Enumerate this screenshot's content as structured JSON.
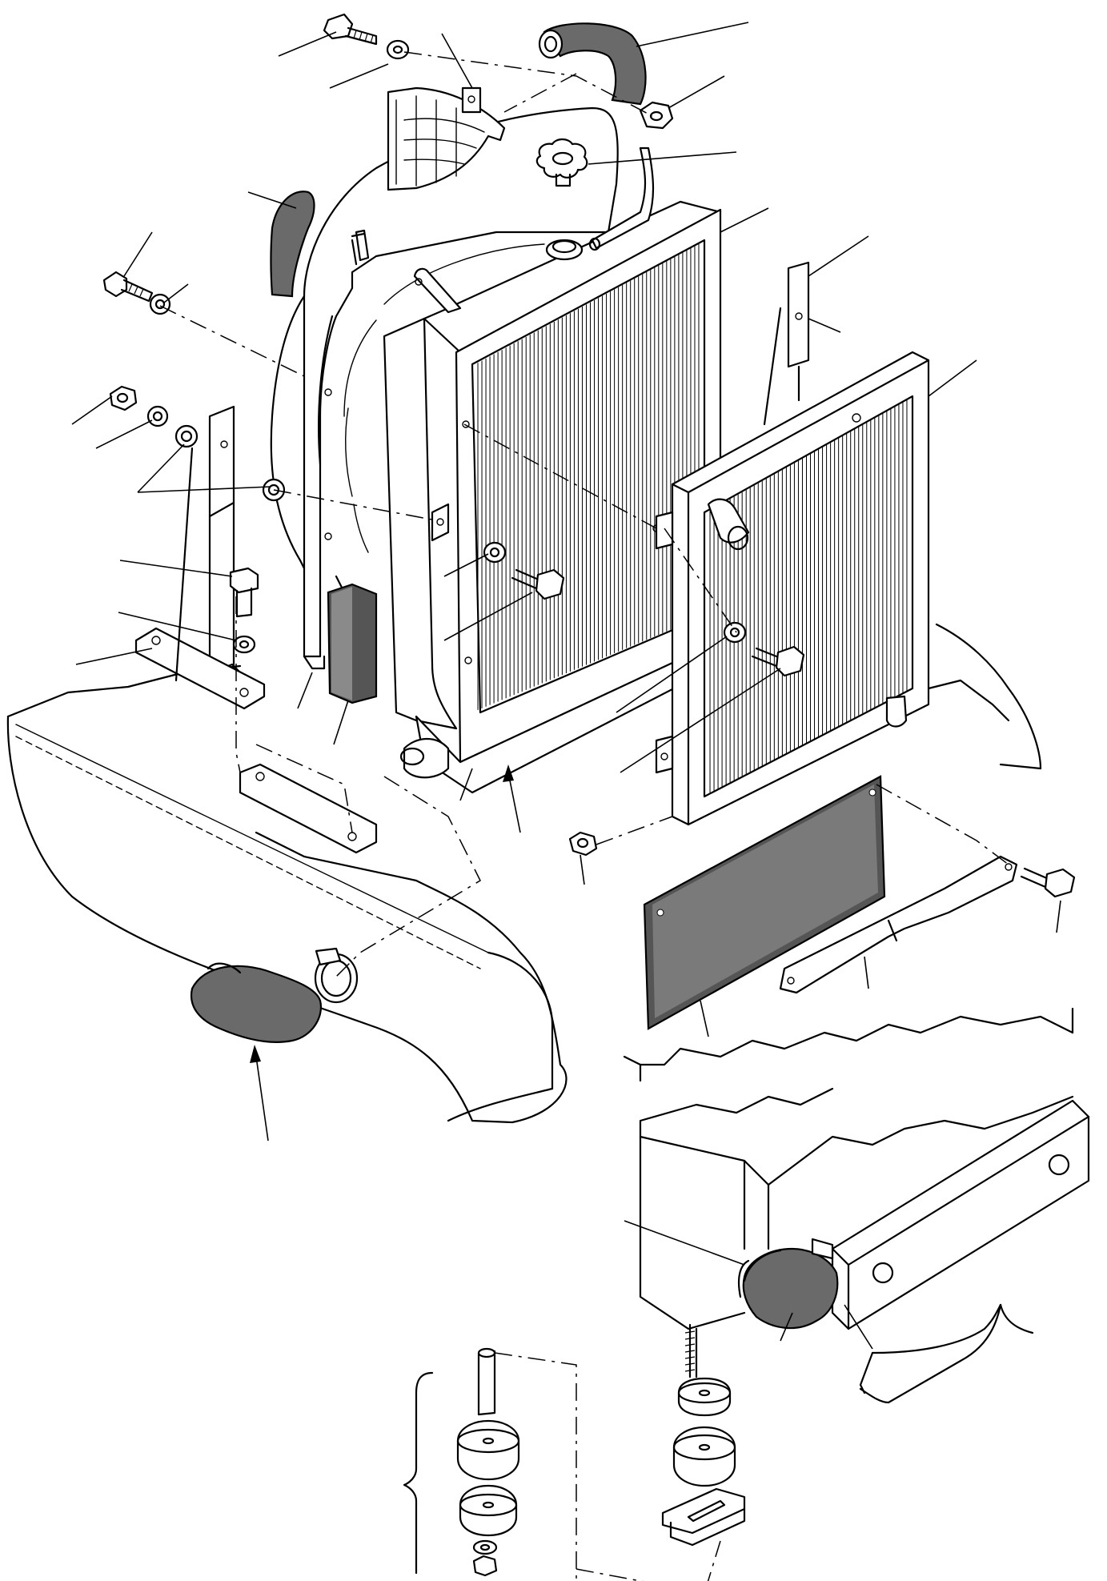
{
  "figure": {
    "kind": "exploded-parts-diagram",
    "subject": "radiator-assembly",
    "text_labels": []
  },
  "parts": [
    "shroud",
    "radiator-core",
    "oil-cooler",
    "filler-cap",
    "upper-hose",
    "lower-hose",
    "overflow-tube",
    "mounting-bracket-left",
    "mounting-bracket-right",
    "bottom-stay",
    "screen-mesh",
    "hose-clamp",
    "foam-pad",
    "mount-rubber-kit",
    "bolts",
    "washers",
    "nuts",
    "frame-crossmember",
    "engine-body"
  ]
}
